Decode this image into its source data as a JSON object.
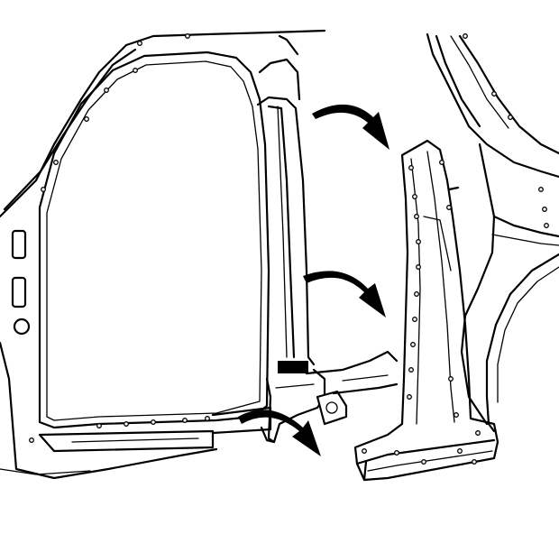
{
  "figure": {
    "arrow_color": "#000000",
    "line_color": "#000000",
    "background": "#ffffff",
    "arrows": [
      {
        "name": "arrow-upper",
        "direction": "right-down"
      },
      {
        "name": "arrow-middle",
        "direction": "right-down"
      },
      {
        "name": "arrow-lower",
        "direction": "right-down"
      }
    ]
  }
}
